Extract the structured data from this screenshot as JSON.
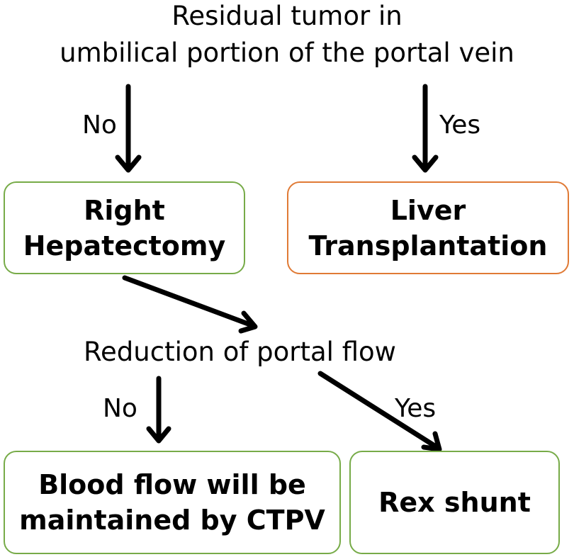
{
  "question1": {
    "line1": "Residual tumor in",
    "line2": "umbilical portion of the portal vein"
  },
  "branch_labels": {
    "no1": "No",
    "yes1": "Yes",
    "no2": "No",
    "yes2": "Yes"
  },
  "boxes": {
    "right_hepatectomy": {
      "line1": "Right",
      "line2": "Hepatectomy"
    },
    "liver_transplantation": {
      "line1": "Liver",
      "line2": "Transplantation"
    },
    "ctpv": {
      "line1": "Blood flow will be",
      "line2": "maintained by CTPV"
    },
    "rex_shunt": {
      "line1": "Rex shunt"
    }
  },
  "question2": {
    "text": "Reduction of portal flow"
  },
  "colors": {
    "green_border": "#77ab48",
    "orange_border": "#e07a35",
    "arrow": "#000000"
  }
}
